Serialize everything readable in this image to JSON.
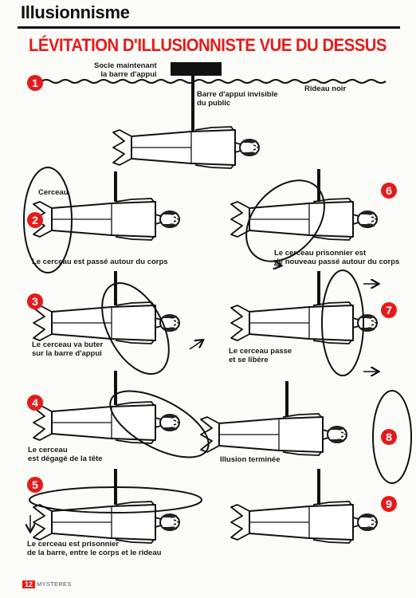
{
  "header": {
    "section": "Illusionnisme",
    "title": "LÉVITATION D'ILLUSIONNISTE VUE DU DESSUS"
  },
  "labels": {
    "socle": [
      "Socle maintenant",
      "la barre d'appui"
    ],
    "barre": [
      "Barre d'appui invisible",
      "du public"
    ],
    "rideau": "Rideau noir",
    "cerceau": "Cerceau",
    "step2": "Le cerceau est passé autour du corps",
    "step3": [
      "Le cerceau va buter",
      "sur la barre d'appui"
    ],
    "step4": [
      "Le cerceau",
      "est dégagé de la tête"
    ],
    "step5": [
      "Le cerceau est prisonnier",
      "de la barre, entre le corps et le rideau"
    ],
    "step6": [
      "Le cerceau prisonnier est",
      "de nouveau passé autour du corps"
    ],
    "step7": [
      "Le cerceau passe",
      "et se libère"
    ],
    "step8": "Illusion terminée"
  },
  "badges": [
    "1",
    "2",
    "3",
    "4",
    "5",
    "6",
    "7",
    "8",
    "9"
  ],
  "footer": {
    "page": "12",
    "magazine": "MYSTERES"
  },
  "colors": {
    "accent": "#e41b1b",
    "ink": "#111111",
    "paper": "#fbfbf7"
  }
}
